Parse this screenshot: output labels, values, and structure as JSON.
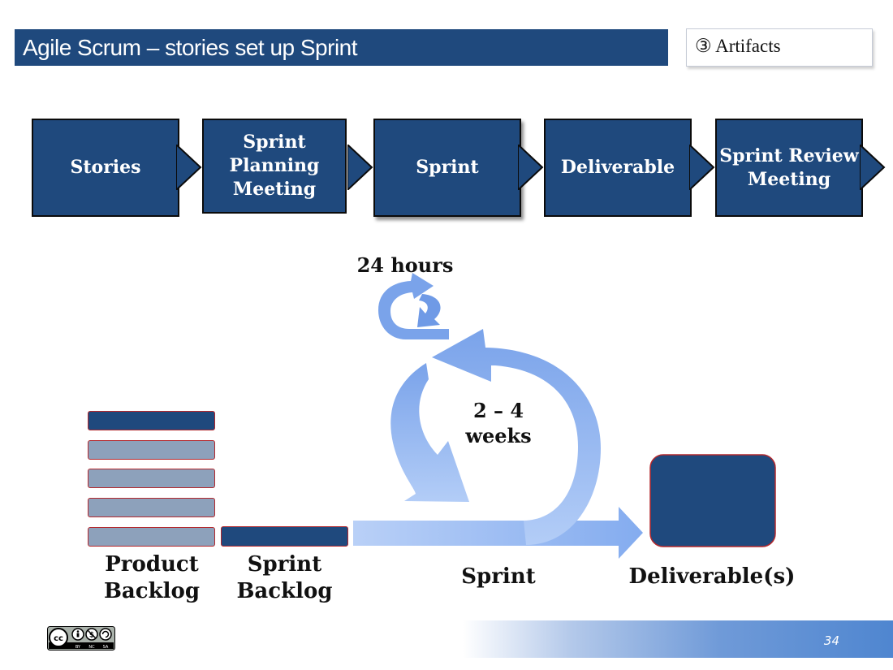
{
  "header": {
    "title": "Agile Scrum – stories set up Sprint",
    "tag": "③ Artifacts"
  },
  "flow": {
    "steps": [
      {
        "label": "Stories"
      },
      {
        "label": "Sprint Planning Meeting"
      },
      {
        "label": "Sprint"
      },
      {
        "label": "Deliverable"
      },
      {
        "label": "Sprint Review Meeting"
      }
    ]
  },
  "cycle": {
    "daily_label": "24 hours",
    "sprint_length_line1": "2 – 4",
    "sprint_length_line2": "weeks",
    "sprint_label": "Sprint",
    "deliverables_label": "Deliverable(s)",
    "product_backlog_line1": "Product",
    "product_backlog_line2": "Backlog",
    "sprint_backlog_line1": "Sprint",
    "sprint_backlog_line2": "Backlog"
  },
  "colors": {
    "primary": "#1f497d",
    "backlog_light": "#8da1bb",
    "arrow_blue": "#8fb4f0",
    "bar_border": "#b3282d"
  },
  "footer": {
    "page_number": "34",
    "license_icon": "cc-by-nc-sa-icon"
  }
}
